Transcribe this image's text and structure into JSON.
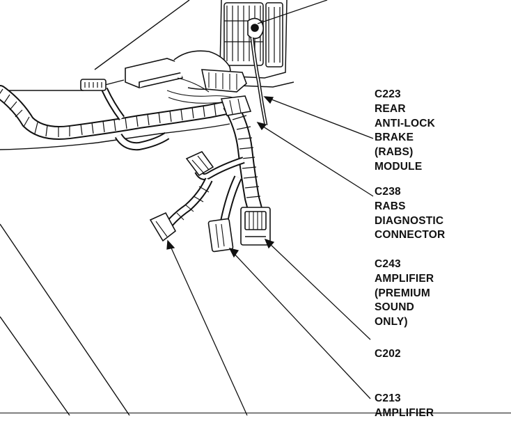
{
  "callouts": [
    {
      "id": "c223",
      "lines": [
        "C223",
        "REAR",
        "ANTI-LOCK",
        "BRAKE",
        "(RABS)",
        "MODULE"
      ]
    },
    {
      "id": "c238",
      "lines": [
        "C238",
        "RABS",
        "DIAGNOSTIC",
        "CONNECTOR"
      ]
    },
    {
      "id": "c243",
      "lines": [
        "C243",
        "AMPLIFIER",
        "(PREMIUM",
        "SOUND",
        "ONLY)"
      ]
    },
    {
      "id": "c202",
      "lines": [
        "C202"
      ]
    },
    {
      "id": "c213",
      "lines": [
        "C213",
        "AMPLIFIER"
      ]
    }
  ]
}
